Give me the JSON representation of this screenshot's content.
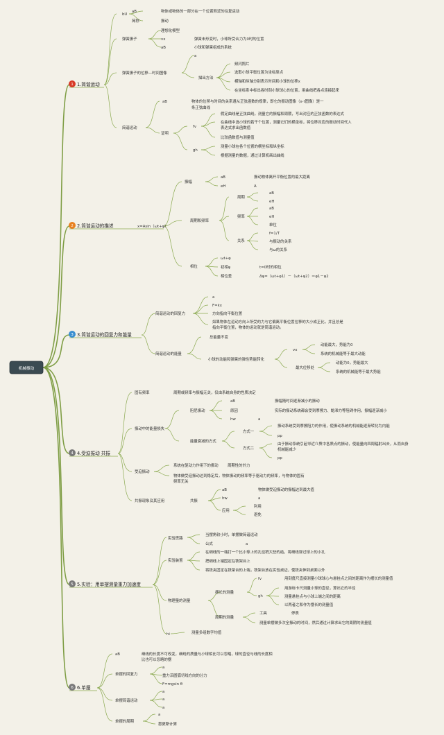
{
  "root": "机械振动",
  "sections": [
    {
      "num": "1",
      "label": "1.简谐运动",
      "color": "#d83a26"
    },
    {
      "num": "2",
      "label": "2.简谐运动的描述",
      "color": "#e8801e"
    },
    {
      "num": "3",
      "label": "3.简谐运动的回复力和能量",
      "color": "#3a8fd0"
    },
    {
      "num": "4",
      "label": "4.受迫振动 共振",
      "color": "#7a7a7a"
    },
    {
      "num": "5",
      "label": "5.实验：用单摆测量重力加速度",
      "color": "#7a7a7a"
    },
    {
      "num": "6",
      "label": "6.单摆",
      "color": "#7a7a7a"
    }
  ],
  "formula_desc": "x=Asin（ωt+φ）",
  "texts": [
    "bU",
    "aB",
    "物体或物体的一部分在一个位置附近的往复运动",
    "简称",
    "振动",
    "弹簧振子",
    "理想化模型",
    "vx",
    "弹簧未形变时，小球所受合力为0时的位置",
    "aB",
    "小球和弹簧组成的系统",
    "弹簧振子的位移—时间图像",
    "a",
    "描出方法",
    "频闪照片",
    "选取小球平衡位置为坐标原点",
    "横轴和纵轴分别表示时间和小球的位移x",
    "在坐标系中标出各时刻小球球心的位置，用曲线把各点连接起来",
    "简谐运动",
    "aB",
    "物体的位移与时间的关系遵从正弦函数的规律，即它的振动图像（x-t图像）是一",
    "条正弦曲线",
    "证明",
    "fv",
    "假定曲线是正弦曲线，测量它的振幅和周期，写出对应的正弦函数的表达式",
    "在曲线中选小球的若干个位置，测量它们的横坐标，将位移对应的振动时间代入",
    "表达式求出函数值",
    "比较函数值与测量值",
    "gh",
    "测量小球在各个位置的横坐标和纵坐标",
    "根据测量的数据，通过计算机画出曲线",
    "振幅",
    "aB",
    "振动物体离开平衡位置的最大距离",
    "eH",
    "A",
    "周期和频率",
    "周期",
    "aB",
    "eH",
    "频率",
    "aB",
    "eH",
    "单位",
    "关系",
    "f=1/T",
    "与振动的关系",
    "与ω的关系",
    "相位",
    "ωt+φ",
    "初相φ",
    "t=0时的相位",
    "相位差",
    "Δφ=（ωt+φ1）－（ωt+φ2）＝φ1－φ2",
    "简谐运动的回复力",
    "a",
    "F=kx",
    "方向指向平衡位置",
    "如果物体在运动方向上所受的力与它偏离平衡位置位移的大小成正比，并且总是",
    "指向平衡位置，物体的运动就是简谐运动。",
    "简谐运动的能量",
    "总能量不变",
    "小球的动能和弹簧的弹性势能转化",
    "vx",
    "动能最大，势能为0",
    "系统的机械能等于最大动能",
    "最大位移处",
    "动能为0，势能最大",
    "系统的机械能等于最大势能",
    "固有频率",
    "周期或频率与振幅无关，仅由系统自身的性质决定",
    "振动中的能量损失",
    "阻尼振动",
    "aB",
    "振幅随时间逐渐减小的振动",
    "原因",
    "实际的振动系统都会受到摩擦力、黏滞力等阻碍作用，振幅逐渐减小",
    "hw",
    "a",
    "能量衰减的方式",
    "方式一",
    "振动系统受到摩擦阻力的作用，使振动系统的机械能逐渐转化为内能",
    "pp",
    "方式二",
    "由于振动系统引起邻近介质中各质点的振动，使能量向四周辐射出去，从而自身",
    "机械能减少",
    "pp",
    "受迫振动",
    "系统在驱动力作用下的振动",
    "周期性的外力",
    "物体做受迫振动达到稳定后，物体振动的频率等于驱动力的频率，与物体的固有",
    "频率无关",
    "共振现象及其应用",
    "共振",
    "aB",
    "物体做受迫振动的振幅达到最大值",
    "hw",
    "a",
    "应用",
    "利用",
    "避免",
    "实验思路",
    "当摆角较小时，单摆做简谐运动",
    "公式",
    "a",
    "实验装置",
    "在细线的一端打一个比小球上的孔径稍大些的结，将细线穿过球上的小孔",
    "把细线上端固定在铁架台上",
    "将铁夹固定在铁架台的上端，铁架台放在实验桌边，使铁夹伸到桌面以外",
    "物理量的测量",
    "摆长的测量",
    "fv",
    "用刻度尺直接测量小球球心与悬挂点之间的距离作为摆长的测量值",
    "gh",
    "用游标卡尺测量小球的直径，算出它的半径",
    "测量悬挂点与小球上端之间的距离",
    "以两者之和作为摆长的测量值",
    "周期的测量",
    "工具",
    "停表",
    "测量单摆做多次全振动的时间，然后通过计算求出它的周期的测量值",
    "hi",
    "测量多组数字均值",
    "aB",
    "细线的长度不可改变，细线的质量与小球相比可以忽略，球的直径与线的长度相",
    "比也可以忽略的摆",
    "单摆的回复力",
    "a",
    "重力沿圆弧切线方向的分力",
    "F=mgsin θ",
    "单摆简谐运动",
    "a",
    "a",
    "a",
    "单摆的周期",
    "a",
    "惠更斯计算"
  ]
}
